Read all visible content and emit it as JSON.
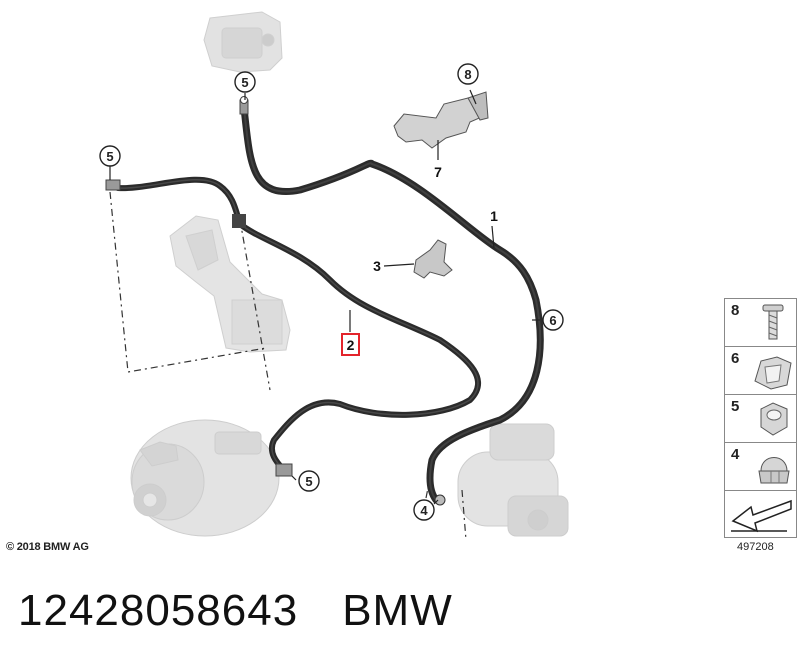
{
  "callouts": {
    "c1": "1",
    "c2": "2",
    "c3": "3",
    "c4": "4",
    "c5_top": "5",
    "c5_left": "5",
    "c5_bottom": "5",
    "c6": "6",
    "c7": "7",
    "c8": "8"
  },
  "legend": [
    {
      "number": "8",
      "icon": "screw-icon"
    },
    {
      "number": "6",
      "icon": "clip-icon"
    },
    {
      "number": "5",
      "icon": "hex-nut-icon"
    },
    {
      "number": "4",
      "icon": "cap-nut-icon"
    },
    {
      "number": "",
      "icon": "arrow-icon"
    }
  ],
  "copyright": "© 2018 BMW AG",
  "diagram_code": "497208",
  "footer": {
    "part_number": "12428058643",
    "brand": "BMW"
  },
  "colors": {
    "cable": "#2b2b2b",
    "ghost_part": "#d9d9d9",
    "highlight_box": "#e3242b"
  }
}
